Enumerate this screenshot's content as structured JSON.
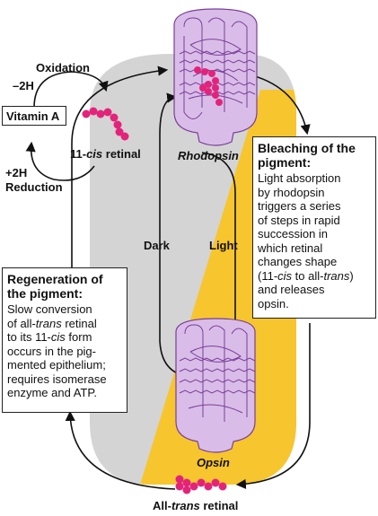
{
  "labels": {
    "oxidation": "Oxidation",
    "minus_2h": "–2H",
    "plus_2h": "+2H",
    "reduction": "Reduction",
    "vitamin_a": "Vitamin A",
    "cis_retinal_num": "11-",
    "cis_retinal_ital": "cis",
    "cis_retinal_rest": " retinal",
    "rhodopsin": "Rhodopsin",
    "opsin": "Opsin",
    "dark": "Dark",
    "light": "Light",
    "all_trans_pre": "All-",
    "all_trans_ital": "trans",
    "all_trans_post": " retinal"
  },
  "bleaching": {
    "heading_line1": "Bleaching of the",
    "heading_line2": "pigment:",
    "l1": "Light absorption",
    "l2": "by rhodopsin",
    "l3": "triggers a series",
    "l4": "of steps in rapid",
    "l5": "succession in",
    "l6": "which retinal",
    "l7": "changes shape",
    "l8a": "(11-",
    "l8b": "cis",
    "l8c": " to all-",
    "l8d": "trans",
    "l8e": ")",
    "l9": "and releases",
    "l10": "opsin."
  },
  "regeneration": {
    "heading_line1": "Regeneration of",
    "heading_line2": "the pigment:",
    "l1": "Slow conversion",
    "l2a": "of all-",
    "l2b": "trans",
    "l2c": " retinal",
    "l3a": "to its 11-",
    "l3b": "cis",
    "l3c": " form",
    "l4": "occurs in the pig-",
    "l5": "mented epithelium;",
    "l6": "requires isomerase",
    "l7": "enzyme and ATP."
  },
  "colors": {
    "dark_region": "#d4d4d4",
    "light_region": "#f7c52e",
    "protein_fill": "#d9bde8",
    "protein_stroke": "#7a3e9a",
    "retinal": "#e3237a",
    "arrow": "#111111"
  }
}
